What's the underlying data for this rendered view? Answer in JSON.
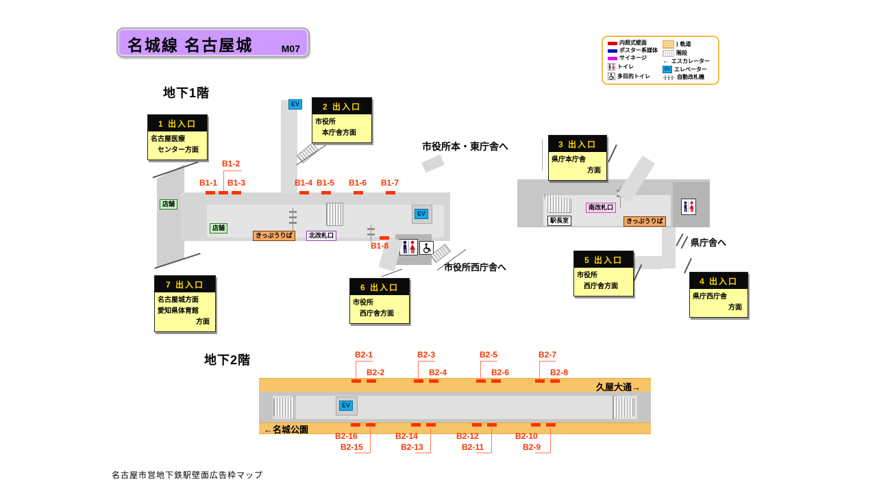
{
  "title": {
    "line_station": "名城線 名古屋城",
    "station_code": "M07"
  },
  "floor1": {
    "heading": "地下1階"
  },
  "floor2": {
    "heading": "地下2階",
    "direction_right": "久屋大通→",
    "direction_left": "←名城公園"
  },
  "footer": "名古屋市営地下鉄駅壁面広告枠マップ",
  "legend": {
    "left": [
      {
        "label": "内照式壁面",
        "color": "#dd0000"
      },
      {
        "label": "ポスター系媒体",
        "color": "#0011bb"
      },
      {
        "label": "サイネージ",
        "color": "#ee00ee"
      },
      {
        "label": "トイレ"
      },
      {
        "label": "多目的トイレ"
      }
    ],
    "right": [
      {
        "label": "軌道",
        "glyph": ")"
      },
      {
        "label": "階段"
      },
      {
        "label": "エスカレーター",
        "glyph": "←"
      },
      {
        "label": "エレベーター"
      },
      {
        "label": "自動改札機"
      }
    ]
  },
  "exits": {
    "e1": {
      "title": "1 出入口",
      "lines": [
        "名古屋医療",
        "センター方面"
      ]
    },
    "e2": {
      "title": "2 出入口",
      "lines": [
        "市役所",
        "本庁舎方面"
      ]
    },
    "e3": {
      "title": "3 出入口",
      "lines": [
        "県庁本庁舎",
        "方面"
      ]
    },
    "e4": {
      "title": "4 出入口",
      "lines": [
        "県庁西庁舎",
        "方面"
      ]
    },
    "e5": {
      "title": "5 出入口",
      "lines": [
        "市役所",
        "西庁舎方面"
      ]
    },
    "e6": {
      "title": "6 出入口",
      "lines": [
        "市役所",
        "西庁舎方面"
      ]
    },
    "e7": {
      "title": "7 出入口",
      "lines": [
        "名古屋城方面",
        "愛知県体育館",
        "方面"
      ]
    }
  },
  "directions": {
    "city_hall_main_east": "市役所本・東庁舎へ",
    "city_hall_west": "市役所西庁舎へ",
    "pref_office": "県庁舎へ"
  },
  "facilities": {
    "shop": "店舗",
    "ticket_office": "きっぷうりば",
    "north_gate": "北改札口",
    "south_gate": "南改札口",
    "station_master": "駅長室",
    "elevator": "EV"
  },
  "ad_slots": {
    "b1": [
      "B1-1",
      "B1-2",
      "B1-3",
      "B1-4",
      "B1-5",
      "B1-6",
      "B1-7",
      "B1-8"
    ],
    "b2_top": [
      "B2-1",
      "B2-2",
      "B2-3",
      "B2-4",
      "B2-5",
      "B2-6",
      "B2-7",
      "B2-8"
    ],
    "b2_bottom": [
      "B2-16",
      "B2-15",
      "B2-14",
      "B2-13",
      "B2-12",
      "B2-11",
      "B2-10",
      "B2-9"
    ]
  },
  "colors": {
    "ad_slot": "#ff3300",
    "track_band": "#f8c468",
    "badge": "#cc99ff",
    "exit_header_bg": "#0a0a0a",
    "exit_header_text": "#ffd800",
    "exit_body_bg": "#ffffa0",
    "elevator": "#18a8e8"
  }
}
